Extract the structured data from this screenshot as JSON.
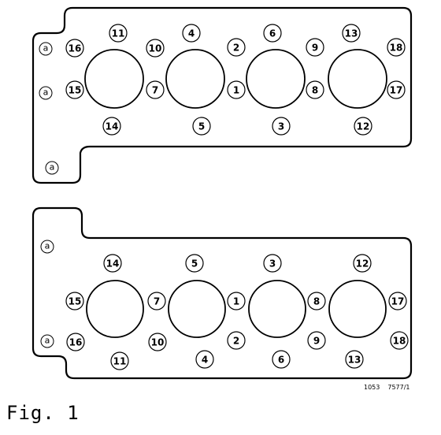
{
  "caption": "Fig. 1",
  "part_number": [
    "1053",
    "7577/1"
  ],
  "a_mark_label": "a",
  "top_gasket": {
    "bolts": [
      {
        "n": "16"
      },
      {
        "n": "11"
      },
      {
        "n": "10"
      },
      {
        "n": "4"
      },
      {
        "n": "2"
      },
      {
        "n": "6"
      },
      {
        "n": "9"
      },
      {
        "n": "13"
      },
      {
        "n": "18"
      },
      {
        "n": "15"
      },
      {
        "n": "7"
      },
      {
        "n": "1"
      },
      {
        "n": "8"
      },
      {
        "n": "17"
      },
      {
        "n": "14"
      },
      {
        "n": "5"
      },
      {
        "n": "3"
      },
      {
        "n": "12"
      }
    ]
  },
  "bottom_gasket": {
    "bolts": [
      {
        "n": "14"
      },
      {
        "n": "5"
      },
      {
        "n": "3"
      },
      {
        "n": "12"
      },
      {
        "n": "15"
      },
      {
        "n": "7"
      },
      {
        "n": "1"
      },
      {
        "n": "8"
      },
      {
        "n": "17"
      },
      {
        "n": "16"
      },
      {
        "n": "10"
      },
      {
        "n": "2"
      },
      {
        "n": "9"
      },
      {
        "n": "18"
      },
      {
        "n": "11"
      },
      {
        "n": "4"
      },
      {
        "n": "6"
      },
      {
        "n": "13"
      }
    ]
  }
}
